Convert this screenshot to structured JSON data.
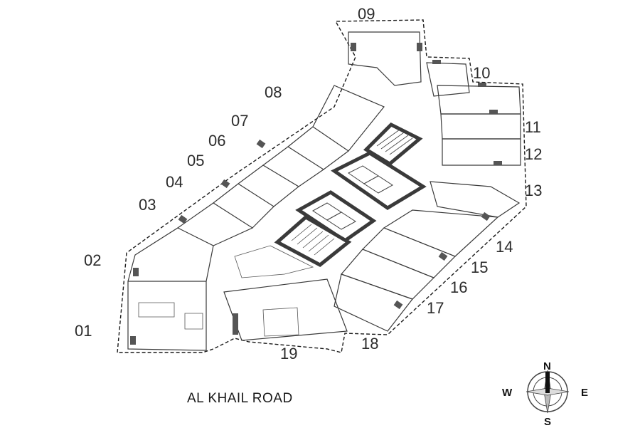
{
  "plan": {
    "units": [
      {
        "label": "01"
      },
      {
        "label": "02"
      },
      {
        "label": "03"
      },
      {
        "label": "04"
      },
      {
        "label": "05"
      },
      {
        "label": "06"
      },
      {
        "label": "07"
      },
      {
        "label": "08"
      },
      {
        "label": "09"
      },
      {
        "label": "10"
      },
      {
        "label": "11"
      },
      {
        "label": "12"
      },
      {
        "label": "13"
      },
      {
        "label": "14"
      },
      {
        "label": "15"
      },
      {
        "label": "16"
      },
      {
        "label": "17"
      },
      {
        "label": "18"
      },
      {
        "label": "19"
      }
    ],
    "road_label": "AL KHAIL ROAD"
  },
  "compass": {
    "north": "N",
    "south": "S",
    "east": "E",
    "west": "W",
    "icon": "compass-rose-icon"
  },
  "colors": {
    "line": "#1a1a1a",
    "wall": "#3a3a3a",
    "background": "#ffffff"
  }
}
